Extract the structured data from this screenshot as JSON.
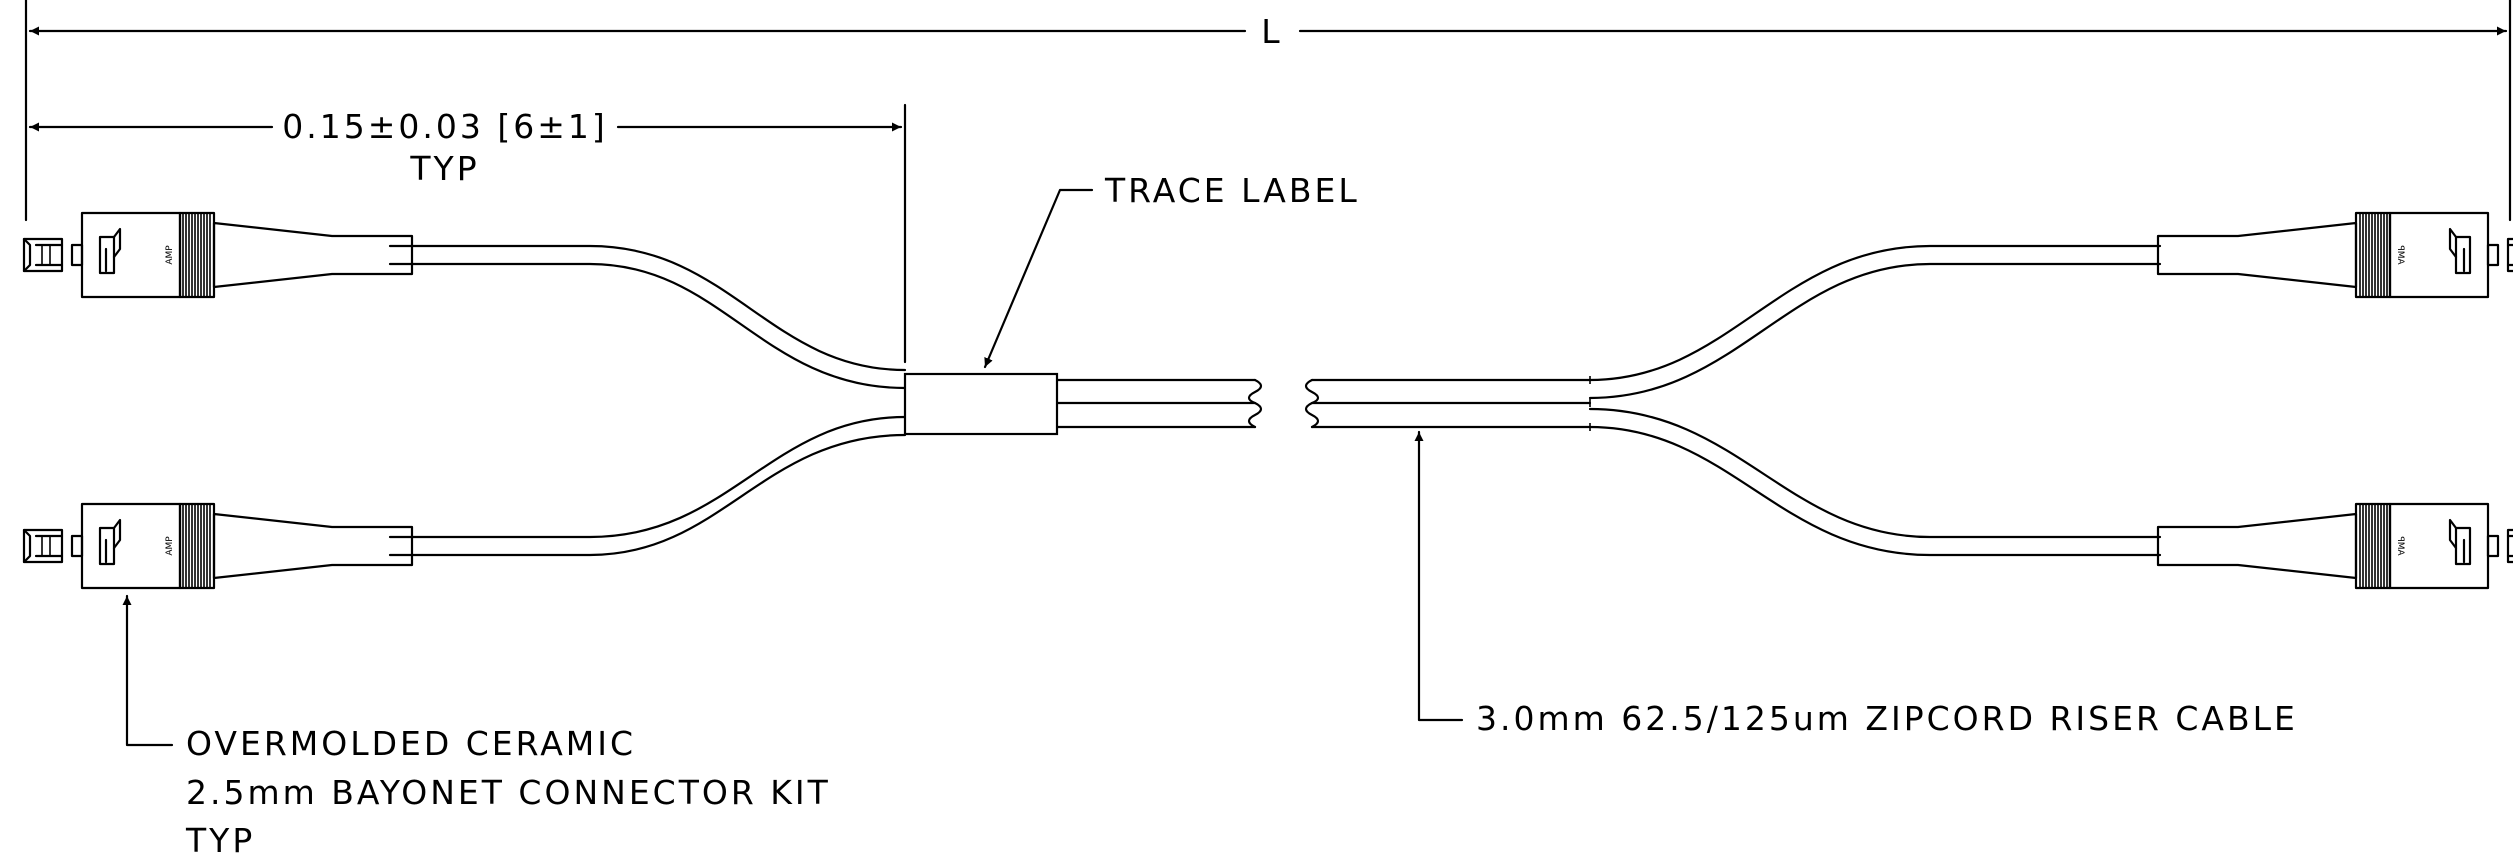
{
  "dimensions": {
    "overall_length": "L",
    "breakout_length": "0.15±0.03 [6±1]",
    "breakout_note": "TYP"
  },
  "callouts": {
    "trace_label": "TRACE LABEL",
    "connector_line1": "OVERMOLDED CERAMIC",
    "connector_line2": "2.5mm BAYONET CONNECTOR KIT",
    "connector_line3": "TYP",
    "cable": "3.0mm 62.5/125um ZIPCORD RISER CABLE"
  },
  "connector_marking": "AMP"
}
